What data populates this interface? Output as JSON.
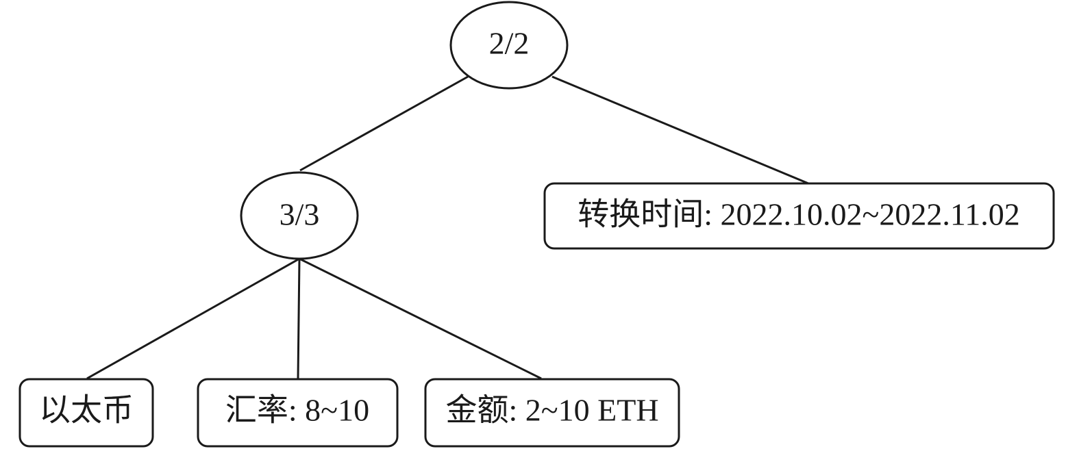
{
  "diagram": {
    "root": {
      "label": "2/2"
    },
    "middle": {
      "label": "3/3"
    },
    "time_leaf": {
      "label": "转换时间: 2022.10.02~2022.11.02"
    },
    "leaves": [
      {
        "label": "以太币"
      },
      {
        "label": "汇率: 8~10"
      },
      {
        "label": "金额: 2~10 ETH"
      }
    ]
  }
}
